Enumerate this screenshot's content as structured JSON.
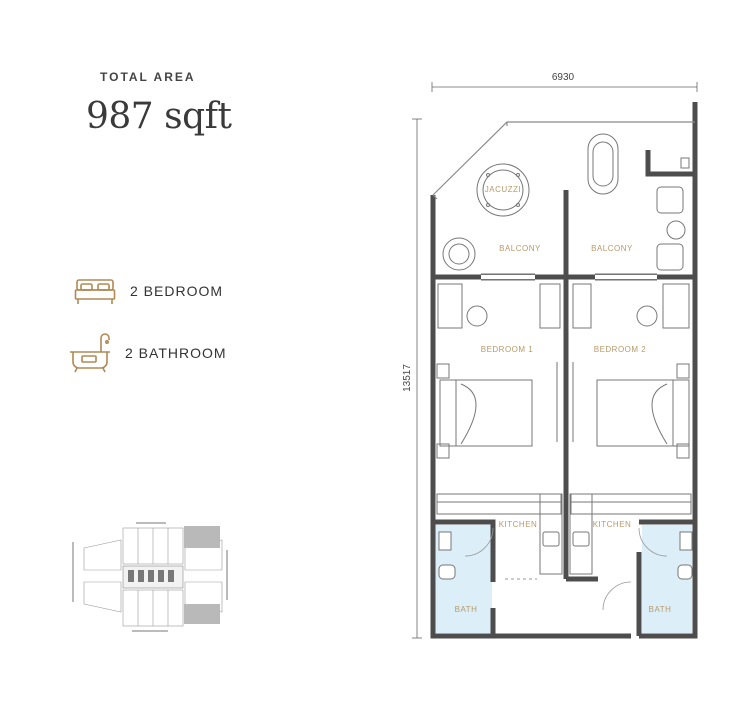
{
  "total_area": {
    "label": "TOTAL AREA",
    "value": "987 sqft"
  },
  "features": [
    {
      "icon": "bed-icon",
      "label": "2 BEDROOM"
    },
    {
      "icon": "bathtub-icon",
      "label": "2 BATHROOM"
    }
  ],
  "dimensions": {
    "width": "6930",
    "height": "13517"
  },
  "rooms": {
    "jacuzzi": "JACUZZI",
    "balcony_left": "BALCONY",
    "balcony_right": "BALCONY",
    "bedroom_1": "BEDROOM 1",
    "bedroom_2": "BEDROOM 2",
    "kitchen_left": "KITCHEN",
    "kitchen_right": "KITCHEN",
    "bath_left": "BATH",
    "bath_right": "BATH"
  },
  "colors": {
    "wall": "#4d4d4d",
    "label": "#b89a6a",
    "bath_fill": "#dceef7",
    "icon": "#b08955"
  }
}
